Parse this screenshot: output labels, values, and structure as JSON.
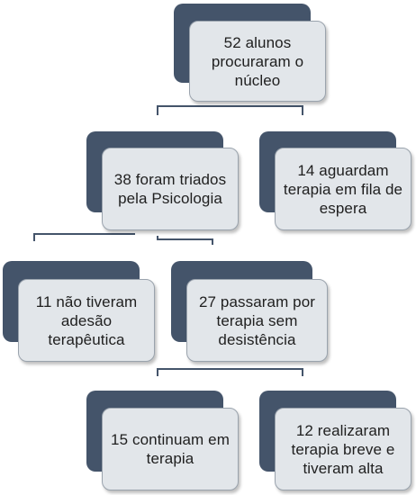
{
  "diagram": {
    "nodes": [
      {
        "id": "root",
        "text": "52 alunos procuraram o núcleo"
      },
      {
        "id": "triados",
        "text": "38 foram triados pela Psicologia"
      },
      {
        "id": "espera",
        "text": "14 aguardam terapia em fila de espera"
      },
      {
        "id": "sem-adesao",
        "text": "11 não tiveram adesão terapêutica"
      },
      {
        "id": "sem-desistencia",
        "text": "27 passaram por terapia sem desistência"
      },
      {
        "id": "continuam",
        "text": "15 continuam em terapia"
      },
      {
        "id": "alta",
        "text": "12 realizaram terapia breve e tiveram alta"
      }
    ],
    "edges": [
      {
        "from": "root",
        "to": "triados"
      },
      {
        "from": "root",
        "to": "espera"
      },
      {
        "from": "triados",
        "to": "sem-adesao"
      },
      {
        "from": "triados",
        "to": "sem-desistencia"
      },
      {
        "from": "sem-desistencia",
        "to": "continuam"
      },
      {
        "from": "sem-desistencia",
        "to": "alta"
      }
    ],
    "colors": {
      "shadow": "#44546a",
      "card": "#e2e6ea",
      "card_border": "#9aa3ad",
      "connector": "#44546a"
    }
  }
}
